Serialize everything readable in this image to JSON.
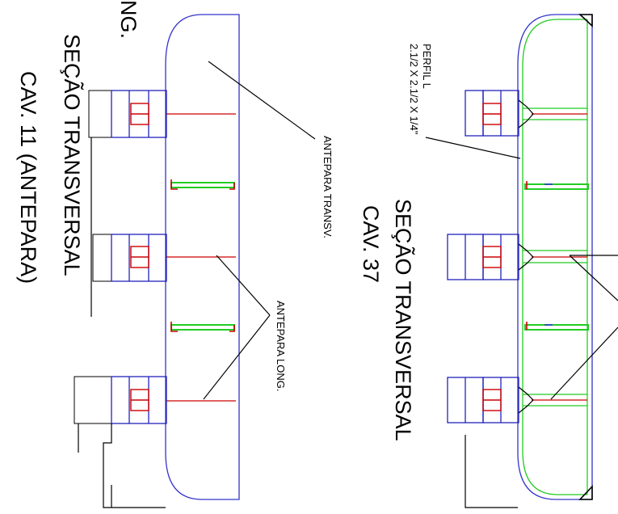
{
  "left_section": {
    "title_line1": "SEÇÃO TRANSVERSAL",
    "title_line2": "CAV. 11 (ANTEPARA)",
    "top_fragment": "NG.",
    "label_transv": "ANTEPARA TRANSV.",
    "label_long": "ANTEPARA LONG."
  },
  "right_section": {
    "title_line1": "SEÇÃO TRANSVERSAL",
    "title_line2": "CAV. 37",
    "profile_line1": "PERFIL L",
    "profile_line2": "2.1/2 X 2.1/2 X 1/4\""
  },
  "colors": {
    "hull": "#3333cc",
    "frame": "#22cc22",
    "bulkhead": "#cc0000",
    "structure": "#000000",
    "block": "#2222bb"
  }
}
